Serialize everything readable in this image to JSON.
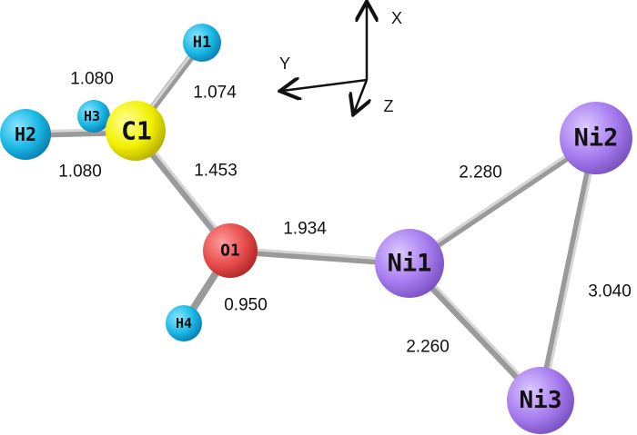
{
  "axes": {
    "x": "X",
    "y": "Y",
    "z": "Z"
  },
  "atoms": {
    "H1": "H1",
    "H2": "H2",
    "H3": "H3",
    "C1": "C1",
    "O1": "O1",
    "H4": "H4",
    "Ni1": "Ni1",
    "Ni2": "Ni2",
    "Ni3": "Ni3"
  },
  "bonds": {
    "C1_H3": "1.080",
    "C1_H1": "1.074",
    "C1_H2": "1.080",
    "C1_O1": "1.453",
    "O1_Ni1": "1.934",
    "O1_H4": "0.950",
    "Ni1_Ni2": "2.280",
    "Ni2_Ni3": "3.040",
    "Ni1_Ni3": "2.260"
  },
  "colors": {
    "H": "#1ab8e6",
    "C": "#f2f000",
    "O": "#e84c4c",
    "Ni": "#a77cf0"
  }
}
